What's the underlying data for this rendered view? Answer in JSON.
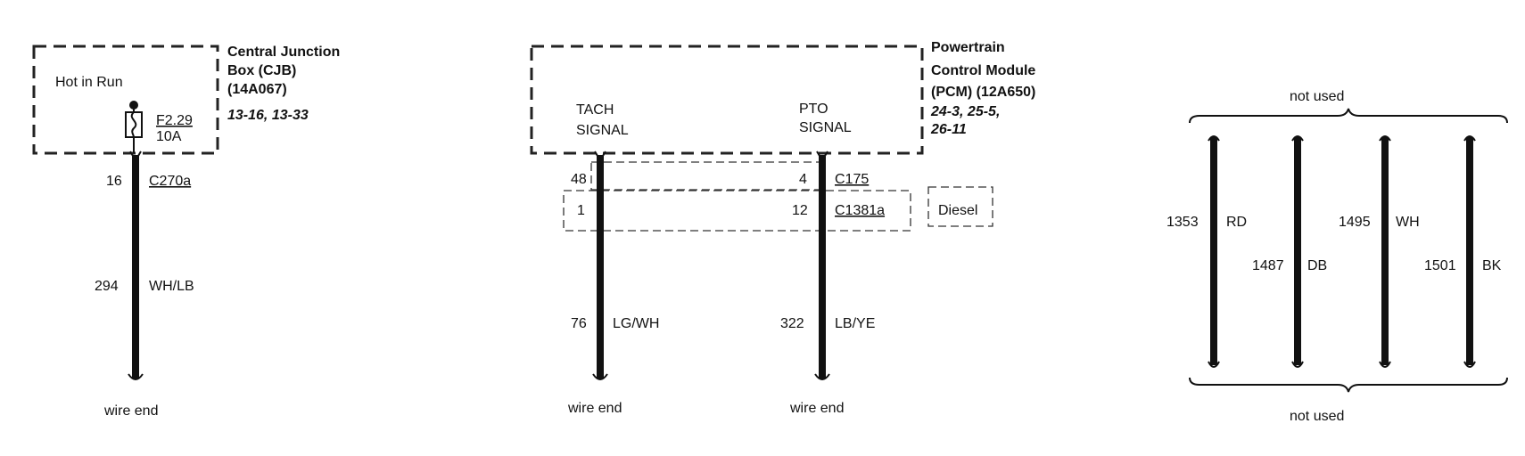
{
  "cjb": {
    "title_lines": [
      "Central Junction",
      "Box (CJB)",
      "(14A067)"
    ],
    "pages": "13-16, 13-33",
    "hot_in_run": "Hot in Run",
    "fuse_id": "F2.29",
    "fuse_rating": "10A",
    "connector_pin": "16",
    "connector": "C270a",
    "circuit": "294",
    "color": "WH/LB",
    "end_label": "wire end"
  },
  "pcm": {
    "title_lines": [
      "Powertrain",
      "Control Module",
      "(PCM) (12A650)"
    ],
    "pages_lines": [
      "24-3, 25-5,",
      "26-11"
    ],
    "tach_lines": [
      "TACH",
      "SIGNAL"
    ],
    "pto_lines": [
      "PTO",
      "SIGNAL"
    ],
    "c175_pin_tach": "48",
    "c175_pin_pto": "4",
    "c175": "C175",
    "c1381a_pin_tach": "1",
    "c1381a_pin_pto": "12",
    "c1381a": "C1381a",
    "diesel": "Diesel",
    "tach_circuit": "76",
    "tach_color": "LG/WH",
    "pto_circuit": "322",
    "pto_color": "LB/YE",
    "end_label_tach": "wire end",
    "end_label_pto": "wire end"
  },
  "unused": {
    "top_label": "not used",
    "bottom_label": "not used",
    "wires": [
      {
        "circuit": "1353",
        "color": "RD"
      },
      {
        "circuit": "1487",
        "color": "DB"
      },
      {
        "circuit": "1495",
        "color": "WH"
      },
      {
        "circuit": "1501",
        "color": "BK"
      }
    ]
  }
}
